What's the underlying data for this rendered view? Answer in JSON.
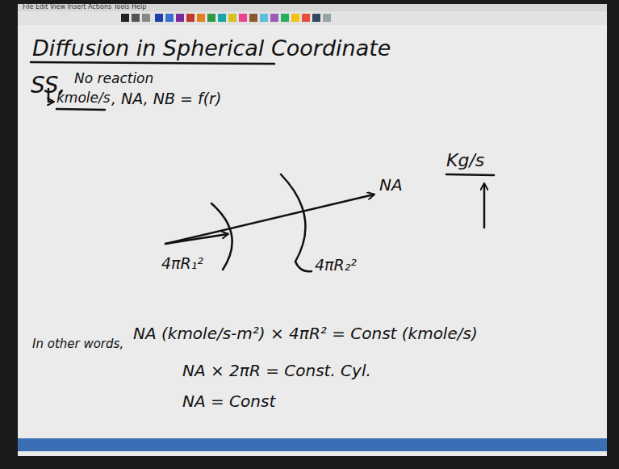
{
  "diagram": {
    "title": "Diffusion in Spherical Coordinate",
    "labels": [
      "File Edit View Insert Actions Tools Help",
      "SS,",
      "No reaction",
      "kmole/s",
      ", NA, NB = f(r)",
      "NA",
      "4πR₁²",
      "4πR₂²",
      "Kg/s",
      "In other words,",
      "NA (kmole/s-m²) × 4πR² = Const (kmole/s)",
      "NA × 2πR = Const. Cyl.",
      "NA = Const"
    ]
  }
}
